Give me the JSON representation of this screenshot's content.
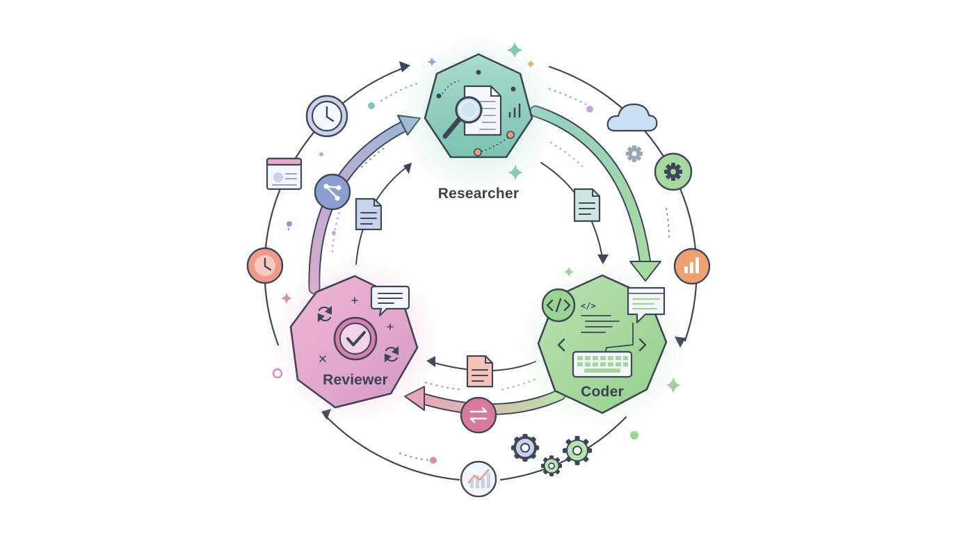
{
  "diagram": {
    "nodes": {
      "researcher": {
        "label": "Researcher",
        "color": "#8fcdbd"
      },
      "reviewer": {
        "label": "Reviewer",
        "color": "#e6a9c9"
      },
      "coder": {
        "label": "Coder",
        "color": "#a7d9a0"
      }
    },
    "colors": {
      "outline": "#3d4658",
      "teal": "#7fc7b4",
      "pink": "#d98cb3",
      "green": "#9bd393",
      "blue": "#8a9ed0",
      "orange": "#f0a070",
      "coral": "#ef9a8c",
      "purple": "#c9a3d6"
    },
    "icons": [
      "magnifier-document-icon",
      "bar-chart-icon",
      "code-brackets-icon",
      "code-window-icon",
      "keyboard-icon",
      "checkmark-icon",
      "chat-bubble-icon",
      "refresh-icon",
      "document-icon",
      "swap-arrows-icon",
      "clock-icon",
      "browser-window-icon",
      "branch-icon",
      "cloud-icon",
      "gear-icon",
      "line-chart-icon",
      "sparkle-icon"
    ]
  }
}
